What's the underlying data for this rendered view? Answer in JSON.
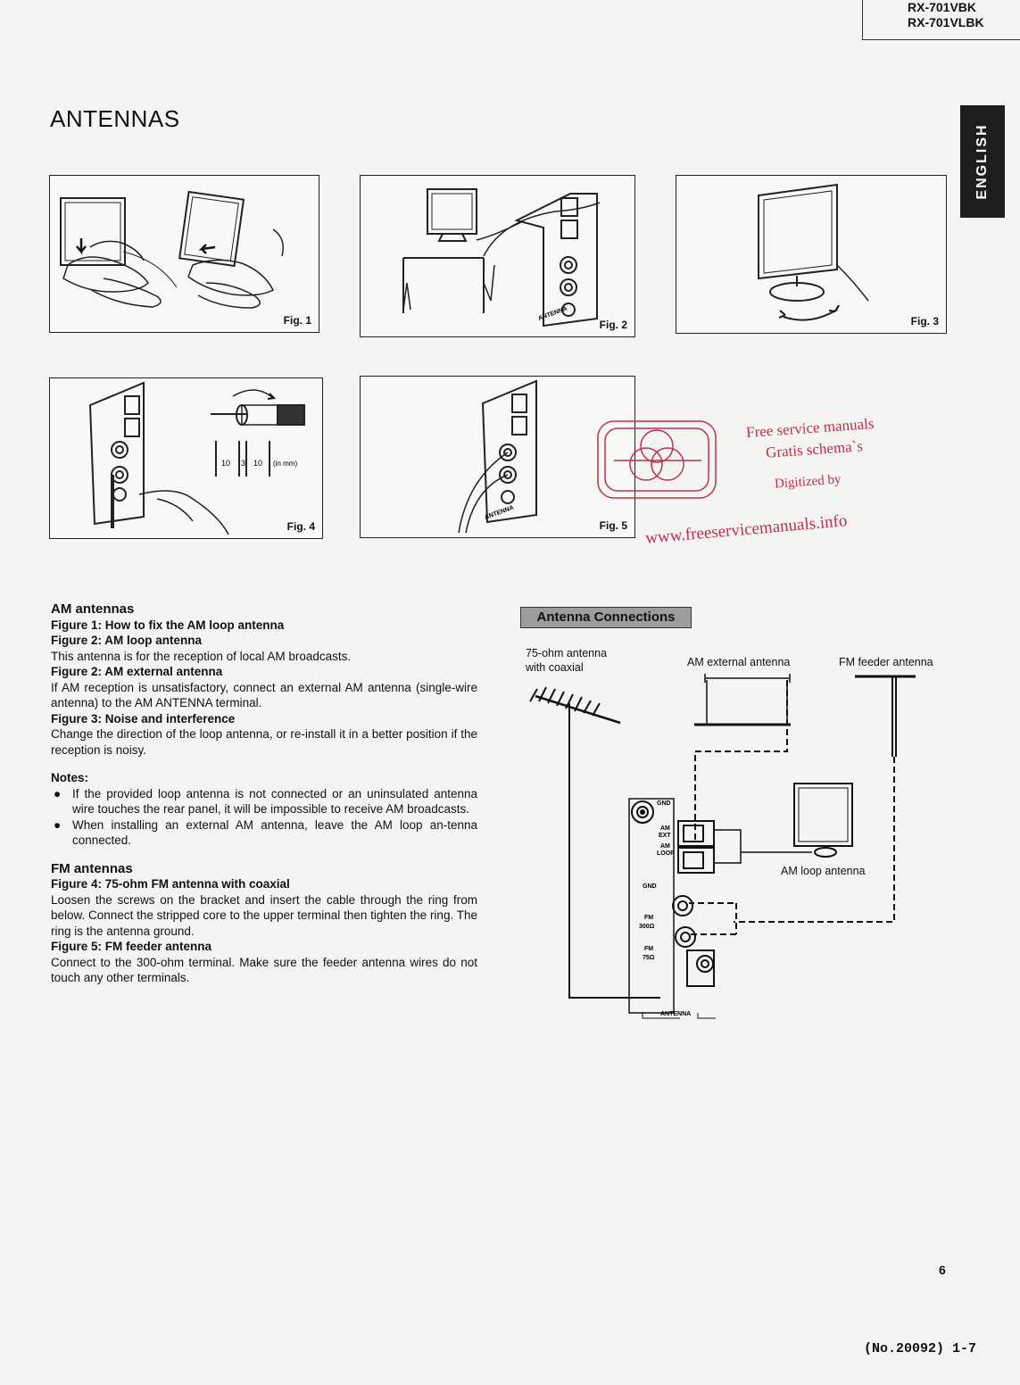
{
  "header": {
    "models": [
      "RX-701VBK",
      "RX-701VLBK"
    ],
    "title": "ANTENNAS",
    "language_tab": "ENGLISH"
  },
  "figures": [
    {
      "label": "Fig. 1"
    },
    {
      "label": "Fig. 2",
      "terminal_label": "ANTENNA"
    },
    {
      "label": "Fig. 3"
    },
    {
      "label": "Fig. 4",
      "dimensions": [
        "10",
        "3",
        "10",
        "(in mm)"
      ]
    },
    {
      "label": "Fig. 5",
      "terminal_label": "ANTENNA"
    }
  ],
  "stamp": {
    "line1": "Free service manuals",
    "line2": "Gratis schema`s",
    "line3": "Digitized by",
    "url": "www.freeservicemanuals.info"
  },
  "am_section": {
    "heading": "AM antennas",
    "fig1_heading": "Figure 1: How to fix the AM loop antenna",
    "fig2a_heading": "Figure 2: AM loop antenna",
    "fig2a_text": "This antenna is for the reception of local AM broadcasts.",
    "fig2b_heading": "Figure 2: AM external antenna",
    "fig2b_text": "If AM reception is unsatisfactory, connect an external AM antenna (single-wire antenna) to the AM ANTENNA terminal.",
    "fig3_heading": "Figure 3: Noise and interference",
    "fig3_text": "Change the direction of the loop antenna, or re-install it in a better position if the reception is noisy."
  },
  "notes": {
    "heading": "Notes:",
    "items": [
      "If the provided loop antenna is not connected or an uninsulated antenna wire touches the rear panel, it will be impossible to receive AM broadcasts.",
      "When installing an external AM antenna, leave the AM loop an-tenna connected."
    ]
  },
  "fm_section": {
    "heading": "FM antennas",
    "fig4_heading": "Figure 4: 75-ohm FM antenna with coaxial",
    "fig4_text": "Loosen the screws on the bracket and insert the cable through the ring from below. Connect the stripped core to the upper terminal then tighten the ring. The ring is the antenna ground.",
    "fig5_heading": "Figure 5: FM feeder antenna",
    "fig5_text": "Connect to the 300-ohm terminal. Make sure the feeder antenna wires do not touch any other terminals."
  },
  "connections": {
    "heading": "Antenna Connections",
    "coax_label_1": "75-ohm antenna",
    "coax_label_2": "with coaxial",
    "am_external": "AM external antenna",
    "fm_feeder": "FM feeder antenna",
    "am_loop": "AM loop antenna",
    "terminals": {
      "gnd": "GND",
      "am_ext_1": "AM",
      "am_ext_2": "EXT",
      "am_loop_1": "AM",
      "am_loop_2": "LOOP",
      "gnd2": "GND",
      "fm300_1": "FM",
      "fm300_2": "300Ω",
      "fm75_1": "FM",
      "fm75_2": "75Ω",
      "antenna": "ANTENNA"
    }
  },
  "footer": {
    "page_number": "6",
    "doc_number": "(No.20092) 1-7"
  }
}
